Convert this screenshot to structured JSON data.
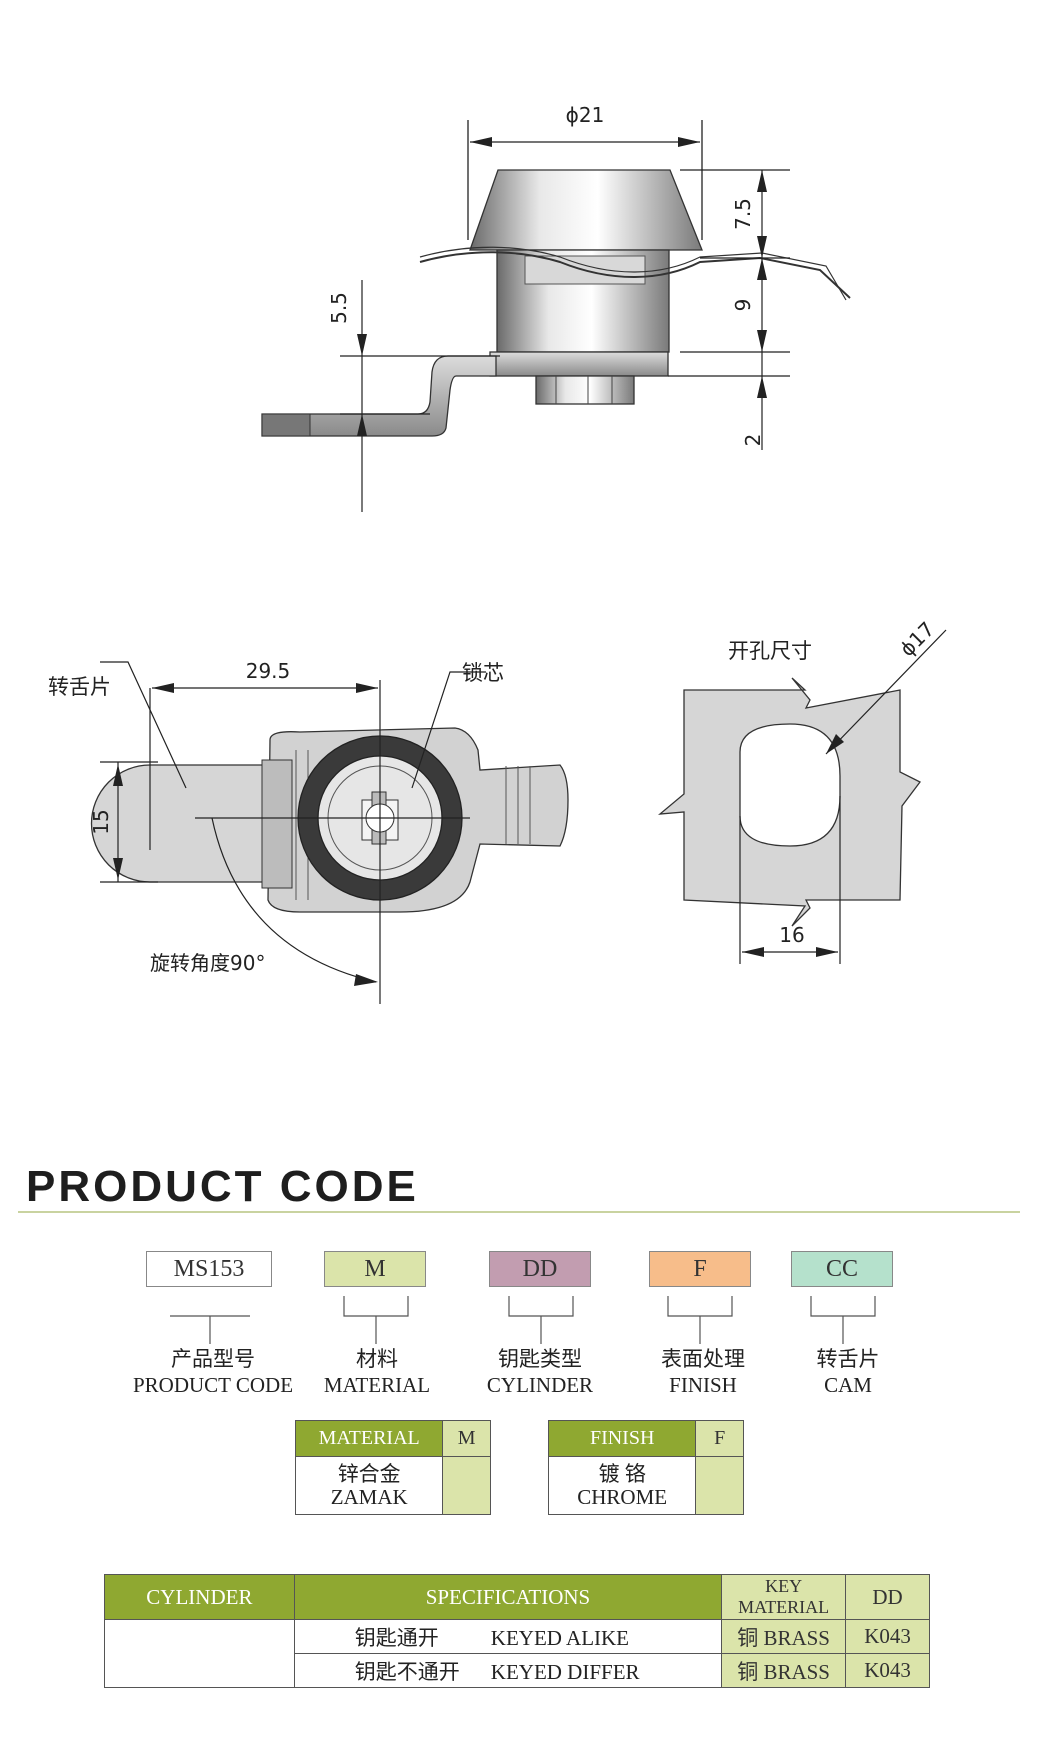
{
  "drawing_side": {
    "dim_top": "ϕ21",
    "dim_7_5": "7.5",
    "dim_9": "9",
    "dim_5_5": "5.5",
    "dim_2": "2"
  },
  "drawing_front": {
    "label_cam": "转舌片",
    "label_core": "锁芯",
    "dim_29_5": "29.5",
    "dim_15": "15",
    "label_rotation": "旋转角度90°"
  },
  "drawing_cutout": {
    "label_cutout": "开孔尺寸",
    "dim_17": "ϕ17",
    "dim_16": "16"
  },
  "product_code": {
    "title": "PRODUCT CODE",
    "boxes": [
      {
        "code": "MS153",
        "cn": "产品型号",
        "en": "PRODUCT CODE",
        "color": "#ffffff"
      },
      {
        "code": "M",
        "cn": "材料",
        "en": "MATERIAL",
        "color": "#dbe4aa"
      },
      {
        "code": "DD",
        "cn": "钥匙类型",
        "en": "CYLINDER",
        "color": "#c29db0"
      },
      {
        "code": "F",
        "cn": "表面处理",
        "en": "FINISH",
        "color": "#f7bd8a"
      },
      {
        "code": "CC",
        "cn": "转舌片",
        "en": "CAM",
        "color": "#b5e1cc"
      }
    ]
  },
  "material_table": {
    "header": "MATERIAL",
    "code": "M",
    "value_cn": "锌合金",
    "value_en": "ZAMAK"
  },
  "finish_table": {
    "header": "FINISH",
    "code": "F",
    "value_cn": "镀 铬",
    "value_en": "CHROME"
  },
  "cylinder_table": {
    "headers": [
      "CYLINDER",
      "SPECIFICATIONS",
      "KEY MATERIAL",
      "DD"
    ],
    "rows": [
      {
        "spec_cn": "钥匙通开",
        "spec_en": "KEYED ALIKE",
        "key_material": "铜 BRASS",
        "dd": "K043"
      },
      {
        "spec_cn": "钥匙不通开",
        "spec_en": "KEYED DIFFER",
        "key_material": "铜 BRASS",
        "dd": "K043"
      }
    ]
  }
}
